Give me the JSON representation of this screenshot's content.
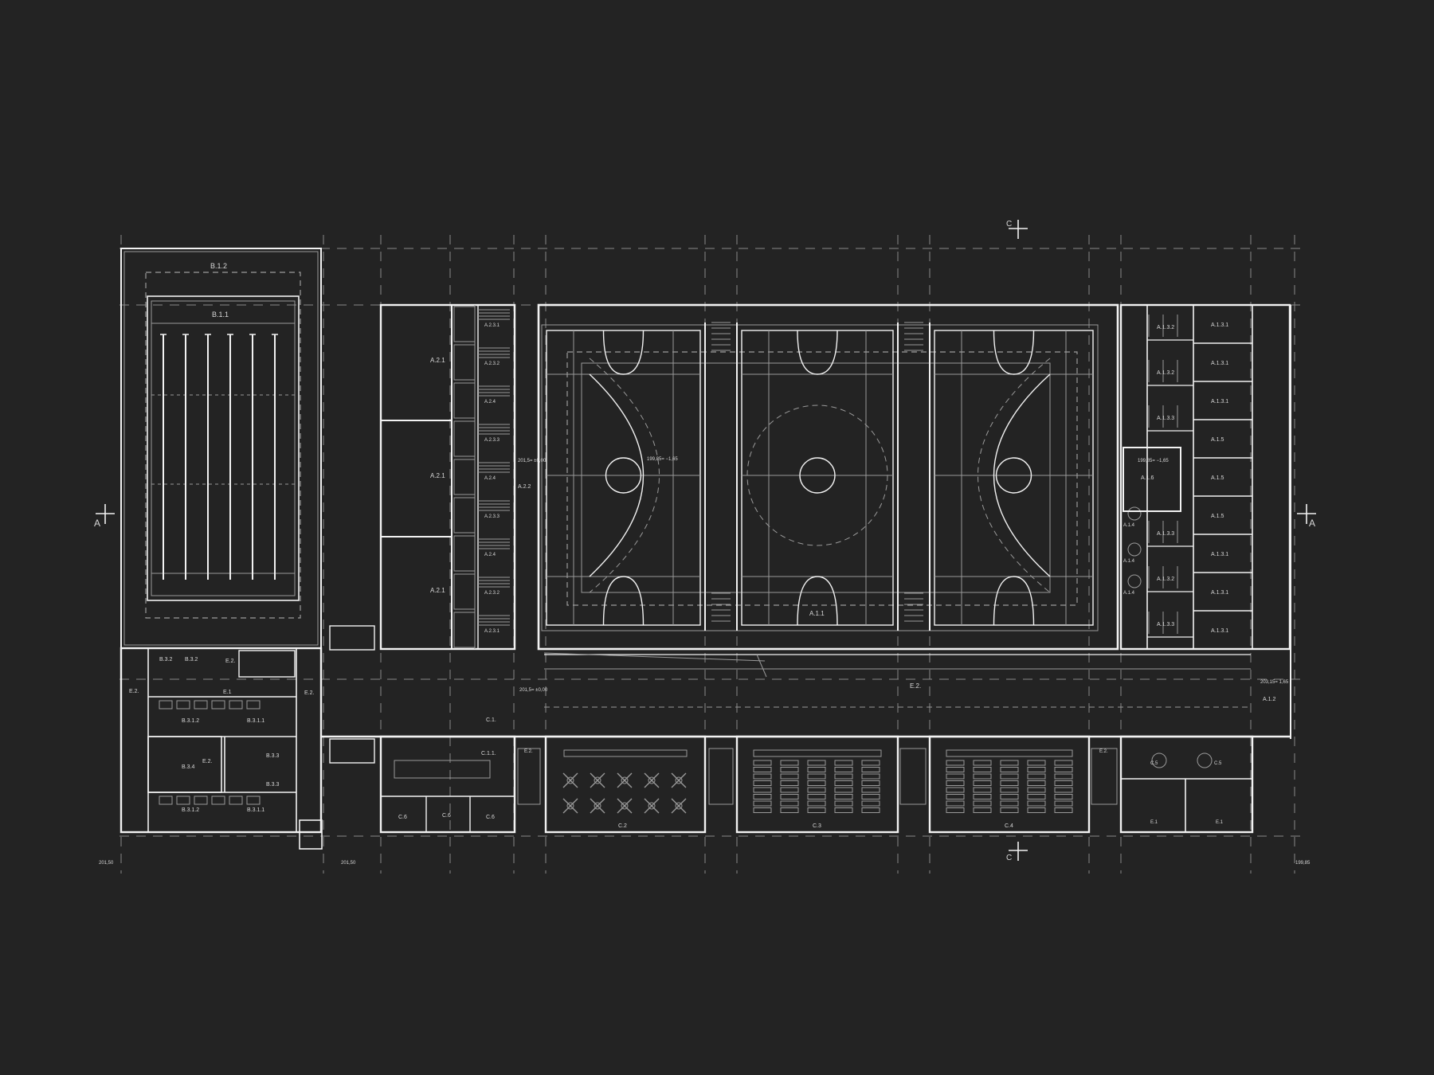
{
  "section_marks": {
    "left": "A",
    "right": "A",
    "top": "C",
    "bottom": "C"
  },
  "pool": {
    "outer_label": "B.1.2",
    "inner_label": "B.1.1",
    "lanes": 6
  },
  "block_a2": {
    "halls": [
      "A.2.1",
      "A.2.1",
      "A.2.1"
    ],
    "changing": [
      "A.2.3.1",
      "A.2.3.2",
      "A.2.4",
      "A.2.3.3",
      "A.2.4",
      "A.2.3.3",
      "A.2.4",
      "A.2.3.2",
      "A.2.3.1"
    ],
    "corridor": "A.2.2",
    "level": "201,5=\n±0,00"
  },
  "arena": {
    "label": "A.1.1",
    "level": "199,85=\n−1,65"
  },
  "block_a1": {
    "rows_left": [
      "A.1.3.2",
      "A.1.3.2",
      "A.1.3.3",
      "A.1.3.3",
      "A.1.3.2",
      "A.1.3.3"
    ],
    "rows_right": [
      "A.1.3.1",
      "A.1.3.1",
      "A.1.3.1",
      "A.1.5",
      "A.1.5",
      "A.1.5",
      "A.1.3.1",
      "A.1.3.1",
      "A.1.3.1"
    ],
    "small": [
      "A.1.4",
      "A.1.4",
      "A.1.4"
    ],
    "lobby_label": "A.1.6",
    "lobby_level": "199,85=\n−1,65",
    "corridor": "A.1.2",
    "corridor_level": "203,15=\n1,65"
  },
  "block_b3": {
    "labels": [
      "B.3.2",
      "B.3.2",
      "E.2.",
      "E.2.",
      "E.1",
      "E.2.",
      "B.3.1.2",
      "B.3.1.1",
      "B.3.4",
      "B.3.3",
      "B.3.3",
      "B.3.1.2",
      "B.3.1.1",
      "E.2."
    ]
  },
  "corridor_c": {
    "label": "C.1.",
    "level": "201,5=\n±0,00",
    "main": "E.2."
  },
  "block_c": {
    "c11": "C.1.1.",
    "c6": [
      "C.6",
      "C.6",
      "C.6"
    ],
    "c2": "C.2",
    "c3": "C.3",
    "c4": "C.4",
    "e2": [
      "E.2.",
      "E.2."
    ],
    "c5": [
      "C.5",
      "C.5"
    ],
    "e1": [
      "E.1",
      "E.1"
    ]
  },
  "elevations": {
    "left": "201,50",
    "mid": "201,50",
    "right": "199,85"
  }
}
